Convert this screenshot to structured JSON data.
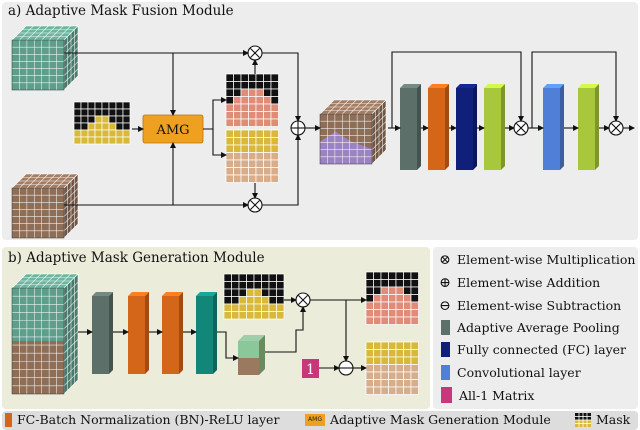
{
  "panel_a": {
    "title": "a) Adaptive Mask Fusion Module",
    "amg_label": "AMG"
  },
  "panel_b": {
    "title": "b) Adaptive Mask Generation Module",
    "one_label": "1"
  },
  "legend": {
    "items": [
      {
        "symbol": "⊗",
        "label": "Element-wise Multiplication"
      },
      {
        "symbol": "⊕",
        "label": "Element-wise Addition"
      },
      {
        "symbol": "⊖",
        "label": "Element-wise Subtraction"
      },
      {
        "color": "#5c6f68",
        "label": "Adaptive Average Pooling"
      },
      {
        "color": "#0f1f7a",
        "label": "Fully connected (FC) layer"
      },
      {
        "color": "#4f7fd6",
        "label": "Convolutional layer"
      },
      {
        "color": "#c8377a",
        "label": "All-1 Matrix"
      }
    ]
  },
  "bottom_legend": {
    "fc_bn_relu": {
      "color": "#d4661a",
      "label": "FC-Batch Normalization (BN)-ReLU layer"
    },
    "amg": {
      "icon_text": "AMG",
      "label": "Adaptive Mask Generation Module"
    },
    "mask": {
      "label": "Mask"
    }
  },
  "colors": {
    "teal": "#5e9e8a",
    "brown": "#8f6e57",
    "orange": "#d4661a",
    "navy": "#0f1f7a",
    "lime": "#a9c73c",
    "blue": "#4f7fd6",
    "gray": "#5c6f68",
    "pink": "#c8377a",
    "amg_orange": "#f0a020",
    "mask_black": "#111111",
    "mask_yellow": "#d9b93a",
    "salmon": "#e08c78",
    "tan": "#d7ae8c",
    "purple": "#9c83c2",
    "green_layer": "#13867a"
  }
}
